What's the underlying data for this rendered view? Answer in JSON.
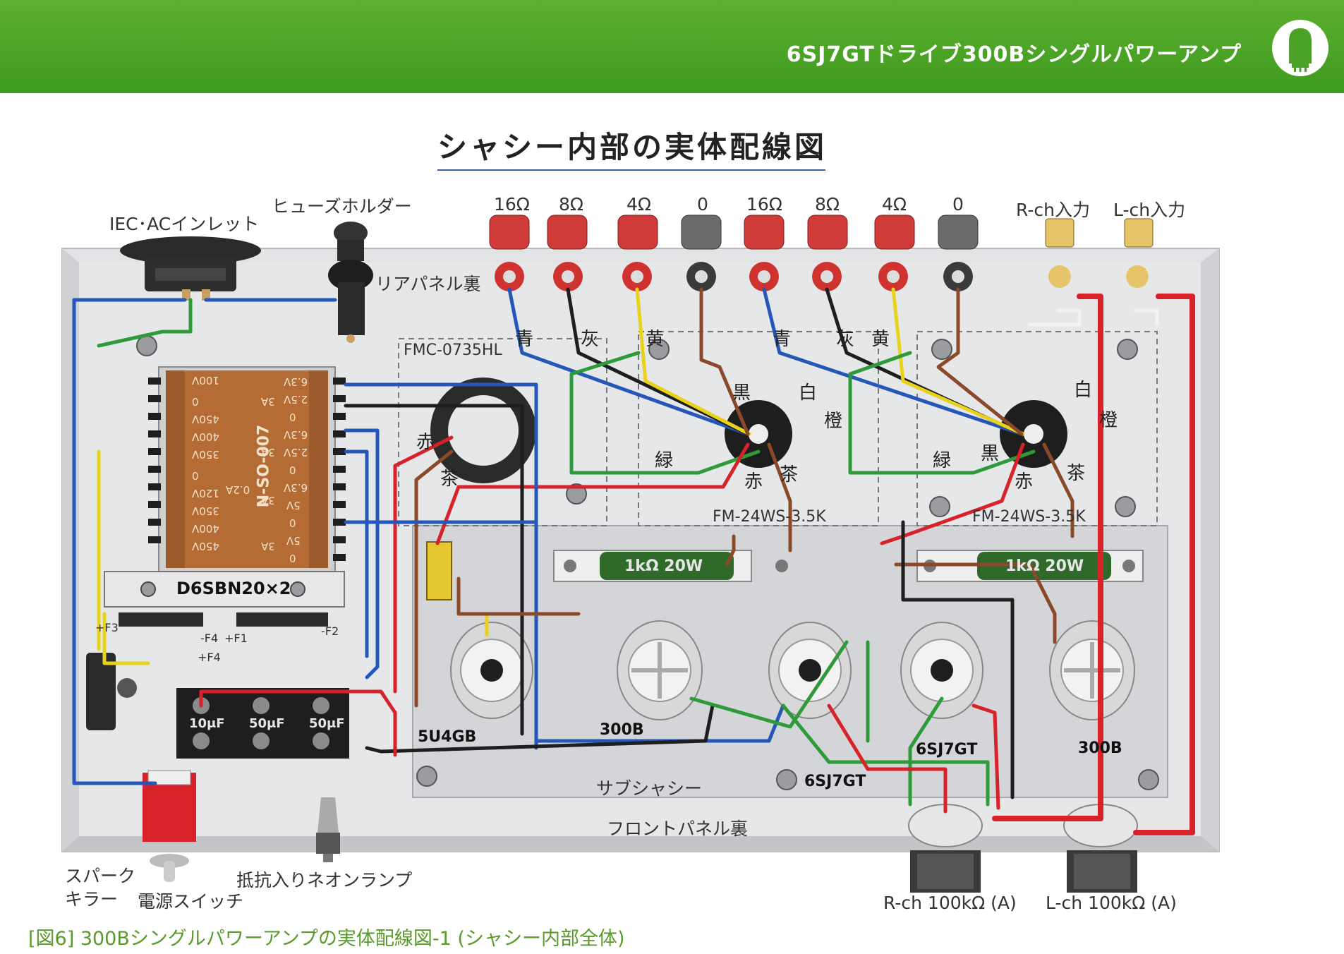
{
  "header": {
    "series_title": "6SJ7GTドライブ300Bシングルパワーアンプ",
    "badge_icon": "vacuum-tube-icon"
  },
  "title": "シャシー内部の実体配線図",
  "terminals": {
    "outputs": [
      "16Ω",
      "8Ω",
      "4Ω",
      "0",
      "16Ω",
      "8Ω",
      "4Ω",
      "0"
    ],
    "r_input": "R-ch入力",
    "l_input": "L-ch入力"
  },
  "components": {
    "iec_inlet": "IEC･ACインレット",
    "fuse_holder": "ヒューズホルダー",
    "rear_panel": "リアパネル裏",
    "choke": "FMC-0735HL",
    "power_transformer": "N-SO-007",
    "out_transformer_r": "FM-24WS-3.5K",
    "out_transformer_l": "FM-24WS-3.5K",
    "rectifier_diodes": "D6SBN20×2",
    "resistor_r": "1kΩ 20W",
    "resistor_l": "1kΩ 20W",
    "tube_rect": "5U4GB",
    "tube_300b_r": "300B",
    "tube_6sj7_r": "6SJ7GT",
    "tube_6sj7_l": "6SJ7GT",
    "tube_300b_l": "300B",
    "cap_1": "10μF",
    "cap_2": "50μF",
    "cap_3": "50μF",
    "sub_chassis": "サブシャシー",
    "front_panel": "フロントパネル裏",
    "spark_killer_1": "スパーク",
    "spark_killer_2": "キラー",
    "power_switch": "電源スイッチ",
    "neon_lamp": "抵抗入りネオンランプ",
    "vol_r": "R-ch 100kΩ (A)",
    "vol_l": "L-ch 100kΩ (A)"
  },
  "transformer_taps": {
    "primary_left": [
      "100V",
      "0",
      "450V",
      "400V",
      "350V",
      "0",
      "120V",
      "350V",
      "400V",
      "450V"
    ],
    "secondary_right": [
      "6.3V",
      "2.5V",
      "0",
      "6.3V",
      "2.5V",
      "0",
      "6.3V",
      "5V",
      "0",
      "5V",
      "0"
    ],
    "secondary_current": [
      "3A",
      "3A",
      "3A",
      "3A"
    ],
    "current_rating": "0.2A"
  },
  "fuse_labels": [
    "+F3",
    "+F4",
    "+F1",
    "-F4",
    "-F2"
  ],
  "wire_colors": {
    "r_ch": [
      "青",
      "灰",
      "黄",
      "黒",
      "白",
      "橙",
      "緑",
      "赤",
      "茶"
    ],
    "l_ch": [
      "青",
      "灰",
      "黄",
      "白",
      "橙",
      "緑",
      "黒",
      "赤",
      "茶"
    ],
    "choke": [
      "赤",
      "茶"
    ]
  },
  "caption": "[図6]  300Bシングルパワーアンプの実体配線図-1  (シャシー内部全体)",
  "palette": {
    "banner": "#4ba224",
    "chassis": "#d9dadc",
    "wire_red": "#d8222a",
    "wire_blue": "#2457b8",
    "wire_yellow": "#e8d21c",
    "wire_green": "#2f9a3a",
    "wire_brown": "#8a4a2a",
    "wire_black": "#1e1e1e",
    "wire_white": "#f0f0f0",
    "caption": "#5a9a2a"
  }
}
